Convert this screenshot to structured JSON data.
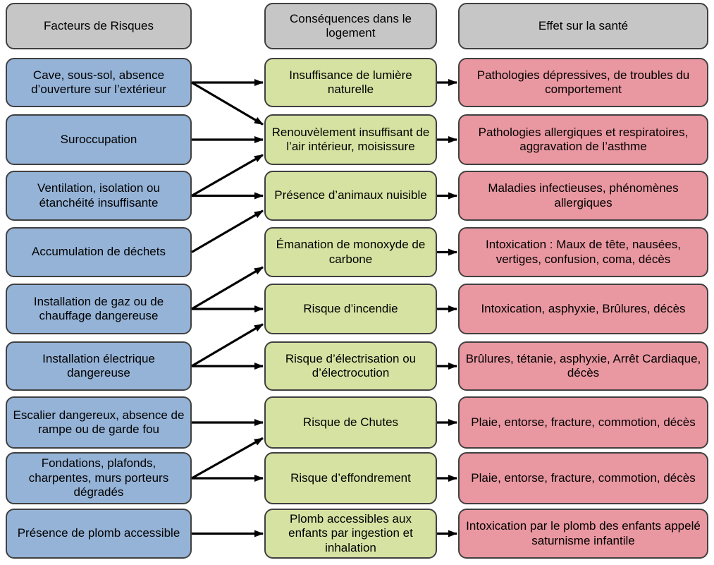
{
  "diagram": {
    "headers": {
      "risks": "Facteurs de Risques",
      "consequences": "Conséquences dans le logement",
      "effects": "Effet sur la santé"
    },
    "risks": [
      "Cave, sous-sol, absence d’ouverture sur l’extérieur",
      "Suroccupation",
      "Ventilation, isolation ou étanchéité insuffisante",
      "Accumulation de déchets",
      "Installation de gaz ou de chauffage dangereuse",
      "Installation électrique dangereuse",
      "Escalier dangereux, absence de rampe ou de garde fou",
      "Fondations, plafonds, charpentes, murs porteurs dégradés",
      "Présence de plomb accessible"
    ],
    "consequences": [
      "Insuffisance de lumière naturelle",
      "Renouvèlement insuffisant de l’air intérieur, moisissure",
      "Présence d’animaux nuisible",
      "Émanation de monoxyde de carbone",
      "Risque d’incendie",
      "Risque d’électrisation ou d’électrocution",
      "Risque de Chutes",
      "Risque d’effondrement",
      "Plomb accessibles aux enfants par ingestion et inhalation"
    ],
    "effects": [
      "Pathologies dépressives, de troubles du comportement",
      "Pathologies allergiques et respiratoires, aggravation de l’asthme",
      "Maladies infectieuses, phénomènes allergiques",
      "Intoxication : Maux de tête, nausées, vertiges, confusion, coma, décès",
      "Intoxication, asphyxie, Brûlures, décès",
      "Brûlures, tétanie, asphyxie, Arrêt Cardiaque, décès",
      "Plaie, entorse, fracture, commotion, décès",
      "Plaie, entorse, fracture, commotion, décès",
      "Intoxication par le plomb des enfants appelé saturnisme infantile"
    ],
    "connections": [
      {
        "from": "risk-box-0",
        "to": "consequence-box-0"
      },
      {
        "from": "risk-box-0",
        "to": "consequence-box-1"
      },
      {
        "from": "risk-box-1",
        "to": "consequence-box-1"
      },
      {
        "from": "risk-box-2",
        "to": "consequence-box-1"
      },
      {
        "from": "risk-box-2",
        "to": "consequence-box-2"
      },
      {
        "from": "risk-box-3",
        "to": "consequence-box-2"
      },
      {
        "from": "risk-box-4",
        "to": "consequence-box-3"
      },
      {
        "from": "risk-box-4",
        "to": "consequence-box-4"
      },
      {
        "from": "risk-box-5",
        "to": "consequence-box-4"
      },
      {
        "from": "risk-box-5",
        "to": "consequence-box-5"
      },
      {
        "from": "risk-box-6",
        "to": "consequence-box-6"
      },
      {
        "from": "risk-box-7",
        "to": "consequence-box-6"
      },
      {
        "from": "risk-box-7",
        "to": "consequence-box-7"
      },
      {
        "from": "risk-box-8",
        "to": "consequence-box-8"
      },
      {
        "from": "consequence-box-0",
        "to": "effect-box-0"
      },
      {
        "from": "consequence-box-1",
        "to": "effect-box-1"
      },
      {
        "from": "consequence-box-2",
        "to": "effect-box-2"
      },
      {
        "from": "consequence-box-3",
        "to": "effect-box-3"
      },
      {
        "from": "consequence-box-4",
        "to": "effect-box-4"
      },
      {
        "from": "consequence-box-5",
        "to": "effect-box-5"
      },
      {
        "from": "consequence-box-6",
        "to": "effect-box-6"
      },
      {
        "from": "consequence-box-7",
        "to": "effect-box-7"
      },
      {
        "from": "consequence-box-8",
        "to": "effect-box-8"
      }
    ],
    "colors": {
      "header_fill": "#C6C6C6",
      "risk_fill": "#95B3D7",
      "consequence_fill": "#D6E2A2",
      "effect_fill": "#E997A1",
      "border": "#404040",
      "arrow": "#000000"
    }
  }
}
